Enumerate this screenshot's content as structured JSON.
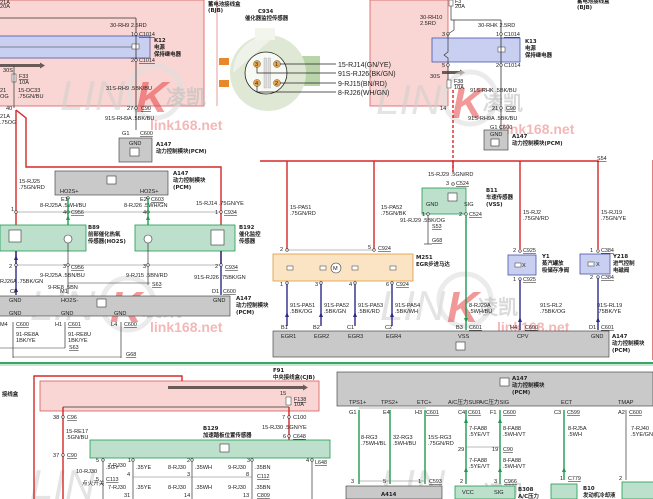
{
  "diagram": {
    "watermark": {
      "brand_latin": "LIN",
      "brand_k": "K",
      "brand_cn": "凌凯",
      "url": "link168.net"
    },
    "top_left": {
      "fuse_f21a_label": "21A",
      "fuse_f21a_amp": "20A",
      "box_title": "蓄电池接线盒",
      "box_code": "(BJB)",
      "relay": {
        "id": "K12",
        "name1": "电源",
        "name2": "保持继电器"
      },
      "wire_30_rh9": "30-RH9  2.5RD",
      "pin1_connector": "C1014",
      "pin2_connector": "C1014",
      "fuse_f33": {
        "id": "F33",
        "amp": "10A",
        "label": "30S"
      },
      "wire_15_dc33": [
        "15-DC33",
        ".75GN/BU"
      ],
      "wire_21": [
        "21",
        "OG"
      ],
      "wire_31s_rh9": "31S-RH9  .5BK/BU",
      "c90_pin": "27",
      "c90": "C90",
      "pin40": "40",
      "wire_91s_rh9a": "91S-RH9A  .5BK/BU",
      "wire_21a": [
        "21A",
        ".75OG"
      ]
    },
    "sensor_c934": {
      "code": "C934",
      "name": "催化器监控传感器",
      "wires": [
        "15-RJ14(GN/YE)",
        "91S-RJ26(BK/GN)",
        "9-RJ15(BN/RD)",
        "8-RJ26(WH/GN)"
      ],
      "pins": [
        "3",
        "1",
        "4",
        "2"
      ]
    },
    "top_right": {
      "fuse_f3": {
        "id": "F3",
        "amp": "20A"
      },
      "wire_30_rh10": [
        "30-RH10",
        "2.5RD"
      ],
      "wire_30_rhk": "30-RHK  2.5RD",
      "relay": {
        "id": "K13",
        "name1": "电源",
        "name2": "保持继电器"
      },
      "pin3": "3",
      "pin1_connector": "C1014",
      "pin5": "5",
      "pin2_connector": "C1014",
      "fuse_f38": {
        "id": "F38",
        "amp": "10A",
        "label": "30S"
      },
      "wire_91s_rh": "91S-RHK  .5BK/BU",
      "pin14": "14",
      "c90": "C90",
      "pin21": "21",
      "wire_91s_rh9a": "91S-RH9A  .5BK/BU",
      "g1_c600": "G1  C600",
      "box_title": "蓄电池接线盒",
      "box_code": "(BJB)"
    },
    "pcm_gnd_left": {
      "pin": "G1",
      "connector": "C600",
      "label": "GND",
      "id": "A147",
      "name": "动力控制模块(PCM)"
    },
    "pcm_gnd_right": {
      "label": "GND",
      "id": "A147",
      "name": "动力控制模块(PCM)"
    },
    "ho2s_section": {
      "pcm": {
        "id": "A147",
        "name1": "动力控制模块",
        "name2": "(PCM)",
        "pin_left": "HO2S+",
        "pin_right": "HO2S+"
      },
      "wire_15_rj25": [
        "15-RJ25",
        ".75GN/RD"
      ],
      "e1": "E1",
      "e1_conn": "",
      "e2": "E2",
      "e2_conn": "C603",
      "wire_8_rj25a": "8-RJ25A  .5WH/BU",
      "c956": "C956",
      "wire_8_rj26": "8-RJ26  .5WH/GN",
      "wire_15_rj14": "15-RJ14  .75GN/YE",
      "c934": "C934",
      "b89": {
        "id": "B89",
        "name1": "前部催化热氧",
        "name2": "传感器(HO2S)"
      },
      "b192": {
        "id": "B192",
        "name1": "催化监控",
        "name2": "传感器"
      },
      "c956_b": "C956",
      "wire_9_rj25a": "9-RJ25A  .5BN/BU",
      "wire_9_re8": "9-RE8  .5BN",
      "wire_rj26a": "RJ26A  .75BK/GN",
      "wire_9_rj15": "9-RJ15  .5BN/RD",
      "s63": "S63",
      "c934_b": "C934",
      "wire_91s_rj26": "91S-RJ26  .75BK/GN",
      "c2": "C2",
      "m1": "M1",
      "d1": "D1",
      "c600": "C600",
      "pcm_bottom": {
        "id": "A147",
        "name1": "动力控制模块",
        "name2": "(PCM)",
        "pins": [
          "GND",
          "HO2S-",
          "GND"
        ]
      },
      "gnd_row": [
        "GND",
        "GND",
        "GND"
      ],
      "m4": "M4",
      "c600a": "C600",
      "h1": "H1",
      "c601": "C601",
      "l4": "L4",
      "c600b": "C600",
      "wire_91_re8a": [
        "91-RE8A",
        "1BK/YE"
      ],
      "wire_91_re8u": [
        "91-RE8U",
        "1BK/YE"
      ],
      "s63b": "S63",
      "g68": "G68"
    },
    "egr_section": {
      "wire_15_pa51": [
        "15-PA51",
        ".75GN/RD"
      ],
      "wire_15_pa52": [
        "15-PA52",
        ".75GN/BK"
      ],
      "pin2": "2",
      "pin5": "5",
      "c924": "C924",
      "m251": {
        "id": "M251",
        "name": "EGR步进马达"
      },
      "motor": "M",
      "bottom_pins": [
        "1",
        "3",
        "4",
        "6"
      ],
      "c924b": "C924",
      "wires": [
        [
          "91S-PA51",
          ".5BK/OG"
        ],
        [
          "91S-PA52",
          ".5BK/GN"
        ],
        [
          "91S-PA53",
          ".5BK/RD"
        ],
        [
          "91S-PA54",
          ".5BK/WH"
        ]
      ],
      "pcm_pins": [
        "B1",
        "B2",
        "C1",
        "C2"
      ],
      "pcm_labels": [
        "EGR1",
        "EGR2",
        "EGR3",
        "EGR4"
      ]
    },
    "vss_section": {
      "wire_15_rj29": "15-RJ29  .5GN/RD",
      "pin3": "3",
      "c524": "C524",
      "b11": {
        "id": "B11",
        "name1": "车速传感器",
        "name2": "(VSS)"
      },
      "gnd": "GND",
      "sig": "SIG",
      "pin1": "1",
      "pin2": "2",
      "c524b": "C524",
      "wire_91_rj29": "91-RJ29  .5BK/OG",
      "s53": "S53",
      "g68": "G68",
      "wire_8_rj29a": [
        "8-RJ29A",
        ".5WH/BU"
      ],
      "b3": "B3",
      "c601": "C601",
      "pcm_label": "VSS"
    },
    "cpv_section": {
      "s54": "S54",
      "wire_15_rj2": [
        "15-RJ2",
        ".75GN/RD"
      ],
      "wire_15_rj19": [
        "15-RJ19",
        ".75GN/YE"
      ],
      "pin2": "2",
      "c925": "C925",
      "pin1": "1",
      "c384": "C384",
      "y1": {
        "id": "Y1",
        "name1": "蒸汽罐放",
        "name2": "吸储存净阀"
      },
      "y218": {
        "id": "Y218",
        "name1": "进气控制",
        "name2": "电磁阀"
      },
      "pin1b": "1",
      "c925b": "C925",
      "pin2b": "2",
      "c384b": "C384",
      "wire_91s_rl2": [
        "91S-RL2",
        ".75BK/OG"
      ],
      "wire_91s_rl19": [
        "91S-RL19",
        ".75BK/YE"
      ],
      "h4": "H4",
      "c600": "C600",
      "d1": "D1",
      "c601": "C601",
      "pcm_labels": [
        "CPV",
        "GND"
      ],
      "pcm": {
        "id": "A147",
        "name1": "动力控制模块",
        "name2": "(PCM)"
      }
    },
    "bottom_left": {
      "f91": {
        "id": "F91",
        "name": "中央接线盒(CJB)"
      },
      "box_label": "接线盒",
      "pin15": "15",
      "f138": {
        "id": "F138",
        "amp": "10A"
      },
      "pin38": "38",
      "c96": "C96",
      "pin7": "7",
      "c100": "C100",
      "wire_15_re17": [
        "15-RE17",
        ".5GN/BU"
      ],
      "wire_15_rj30": "15-RJ30  .5GN/YE",
      "pin6": "6",
      "c648": "C648",
      "b129": {
        "id": "B129",
        "name": "加速踏板位置传感器"
      },
      "pin37": "37",
      "c90": "C90",
      "ign_label": "点火开关",
      "conn_pins": [
        "5",
        "1",
        "2",
        "3",
        "4"
      ],
      "l648": "L648",
      "wire_10_rj30": [
        "10-RJ30",
        ".5GY"
      ],
      "row1": [
        [
          "7-RJ30",
          ".35YE"
        ],
        [
          "8-RJ30",
          ".35WH"
        ],
        [
          "9-RJ30",
          ".35BN"
        ]
      ],
      "row1_pins": [
        "4",
        "3",
        "8"
      ],
      "c112": "C112",
      "pin5b": "5",
      "c113": "C113",
      "row2": [
        [
          "7-RJ30",
          ".35YE"
        ],
        [
          "8-RJ30",
          ".35WH"
        ],
        [
          "9-RJ30",
          ".35BN"
        ]
      ],
      "row2_pins": [
        "31",
        "14",
        "13"
      ],
      "c809": "C809"
    },
    "bottom_right": {
      "pcm": {
        "id": "A147",
        "name1": "动力控制模块",
        "name2": "(PCM)"
      },
      "pin_labels": [
        "TPS1+",
        "TPS2+",
        "ETC+",
        "A/C压力SUP",
        "A/C压力SIG",
        "ECT",
        "TMAP"
      ],
      "pins": [
        "G1",
        "E4",
        "H3",
        "C4",
        "F1",
        "C3",
        "A2"
      ],
      "connectors": [
        "C601",
        "C601",
        "C600",
        "C599",
        "C600"
      ],
      "wires": [
        [
          "8-RG3",
          ".75WH/BL"
        ],
        [
          "32-RG3",
          ".5WH/BU"
        ],
        [
          "15S-RG3",
          ".75GN/RD"
        ]
      ],
      "wire_7_fa88": [
        "7-FA88",
        ".5YE/VT"
      ],
      "wire_8_fa88": [
        "8-FA88",
        ".5WH/VT"
      ],
      "wire_8_rj5a": [
        "8-RJ5A",
        ".5WH"
      ],
      "wire_7_rj40": [
        "7-RJ40",
        ".5YE/GN"
      ],
      "pin29": "29",
      "pin19": "19",
      "c90": "C90",
      "wire_7_fa68": [
        "7-FA88",
        ".5YE/VT"
      ],
      "wire_8_fa68": [
        "8-FA88",
        ".5WH/VT"
      ],
      "conn_bottom_pins": [
        "3",
        "5",
        "1"
      ],
      "c593": "C593",
      "a414": {
        "id": "A414"
      },
      "b308_pins": [
        "2",
        "3"
      ],
      "c966": "C966",
      "b308": {
        "id": "B308",
        "name": "A/C压力",
        "vcc": "VCC",
        "sig": "SIG"
      },
      "c779_pin": "1",
      "c779": "C779",
      "b10": {
        "id": "B10",
        "name": "发动机冷却液"
      },
      "tmap_pin": "2"
    }
  }
}
